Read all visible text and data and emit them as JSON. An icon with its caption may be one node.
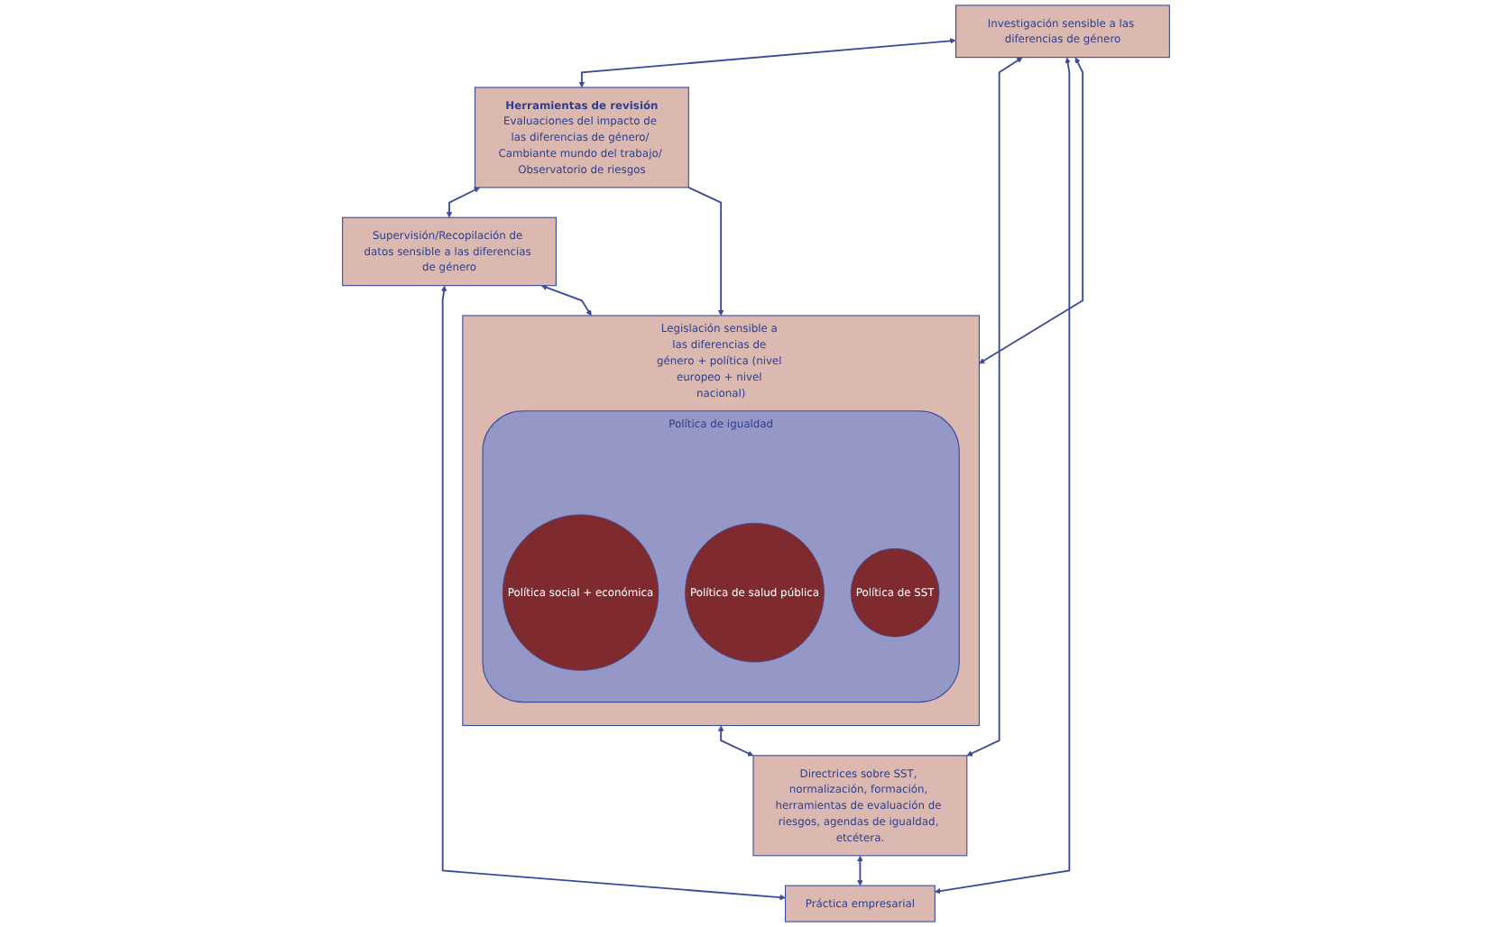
{
  "diagram": {
    "nodes": [
      {
        "text": [
          "Investigación sensible a las diferencias de género"
        ]
      },
      {
        "text": [
          "Herramientas de revisión",
          "Evaluaciones del impacto de las diferencias de género/ Cambiante mundo del trabajo/ Observatorio de riesgos"
        ]
      },
      {
        "text": [
          "Supervisión/Recopilación de datos sensible a las diferencias de género"
        ]
      },
      {
        "text": [
          "Legislación sensible a las diferencias de género + política (nivel europeo + nivel nacional)"
        ]
      },
      {
        "text": [
          "Política de igualdad"
        ],
        "in": 3
      },
      {
        "text": [
          "Política social + económica"
        ],
        "in": 4
      },
      {
        "text": [
          "Política de salud pública"
        ],
        "in": 4
      },
      {
        "text": [
          "Política de SST"
        ],
        "in": 4
      },
      {
        "text": [
          "Directrices sobre SST, normalización, formación, herramientas de evaluación de riesgos, agendas de igualdad, etcétera."
        ]
      },
      {
        "text": [
          "Práctica empresarial"
        ]
      }
    ],
    "edges": [
      {
        "from": 0,
        "to": 1,
        "arrow": "both"
      },
      {
        "from": 1,
        "to": 2,
        "arrow": "both"
      },
      {
        "from": 1,
        "to": 3,
        "arrow": "to"
      },
      {
        "from": 0,
        "to": 3,
        "arrow": "both"
      },
      {
        "from": 2,
        "to": 3,
        "arrow": "both"
      },
      {
        "from": 0,
        "to": 8,
        "arrow": "both"
      },
      {
        "from": 0,
        "to": 9,
        "arrow": "both"
      },
      {
        "from": 2,
        "to": 9,
        "arrow": "both"
      },
      {
        "from": 3,
        "to": 8,
        "arrow": "both"
      },
      {
        "from": 8,
        "to": 9,
        "arrow": "both"
      }
    ]
  }
}
